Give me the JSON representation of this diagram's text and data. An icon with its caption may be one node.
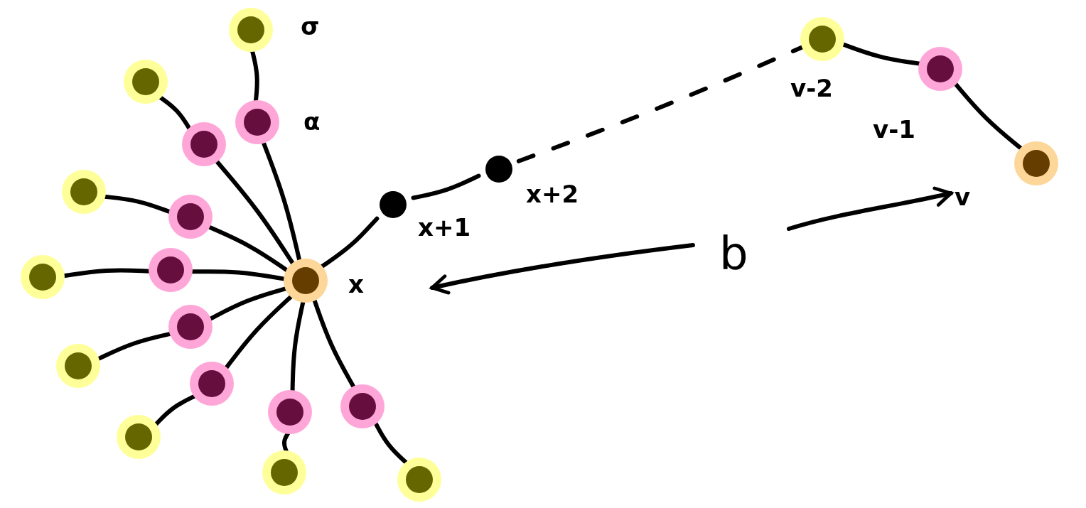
{
  "diagram": {
    "nodes": [
      {
        "text": [],
        "shape": "circle",
        "beside": [
          "x"
        ]
      },
      {
        "text": [],
        "shape": "circle"
      },
      {
        "text": [],
        "shape": "circle"
      },
      {
        "text": [],
        "shape": "circle",
        "beside": [
          "α"
        ]
      },
      {
        "text": [],
        "shape": "circle",
        "beside": [
          "σ"
        ]
      },
      {
        "text": [],
        "shape": "circle"
      },
      {
        "text": [],
        "shape": "circle"
      },
      {
        "text": [],
        "shape": "circle"
      },
      {
        "text": [],
        "shape": "circle"
      },
      {
        "text": [],
        "shape": "circle"
      },
      {
        "text": [],
        "shape": "circle"
      },
      {
        "text": [],
        "shape": "circle"
      },
      {
        "text": [],
        "shape": "circle"
      },
      {
        "text": [],
        "shape": "circle"
      },
      {
        "text": [],
        "shape": "circle"
      },
      {
        "text": [],
        "shape": "circle"
      },
      {
        "text": [],
        "shape": "circle"
      },
      {
        "text": [],
        "shape": "circle",
        "beside": [
          "x+1"
        ]
      },
      {
        "text": [],
        "shape": "circle",
        "beside": [
          "x+2"
        ]
      },
      {
        "text": [],
        "shape": "circle",
        "beside": [
          "v-2"
        ]
      },
      {
        "text": [],
        "shape": "circle",
        "beside": [
          "v-1"
        ]
      },
      {
        "text": [],
        "shape": "circle",
        "beside": [
          "v"
        ]
      }
    ],
    "edges": [
      {
        "from": 0,
        "to": 1,
        "arrow": "none"
      },
      {
        "from": 1,
        "to": 2,
        "arrow": "none"
      },
      {
        "from": 0,
        "to": 3,
        "arrow": "none"
      },
      {
        "from": 3,
        "to": 4,
        "arrow": "none"
      },
      {
        "from": 0,
        "to": 5,
        "arrow": "none"
      },
      {
        "from": 5,
        "to": 6,
        "arrow": "none"
      },
      {
        "from": 0,
        "to": 7,
        "arrow": "none"
      },
      {
        "from": 7,
        "to": 8,
        "arrow": "none"
      },
      {
        "from": 0,
        "to": 9,
        "arrow": "none"
      },
      {
        "from": 9,
        "to": 10,
        "arrow": "none"
      },
      {
        "from": 0,
        "to": 11,
        "arrow": "none"
      },
      {
        "from": 11,
        "to": 12,
        "arrow": "none"
      },
      {
        "from": 0,
        "to": 13,
        "arrow": "none"
      },
      {
        "from": 13,
        "to": 14,
        "arrow": "none"
      },
      {
        "from": 0,
        "to": 15,
        "arrow": "none"
      },
      {
        "from": 15,
        "to": 16,
        "arrow": "none"
      },
      {
        "from": 0,
        "to": 17,
        "arrow": "none"
      },
      {
        "from": 17,
        "to": 18,
        "arrow": "none"
      },
      {
        "from": 18,
        "to": 19,
        "arrow": "none",
        "style": "dashed"
      },
      {
        "from": 19,
        "to": 20,
        "arrow": "none"
      },
      {
        "from": 20,
        "to": 21,
        "arrow": "none"
      }
    ],
    "labels": [
      "b"
    ]
  }
}
